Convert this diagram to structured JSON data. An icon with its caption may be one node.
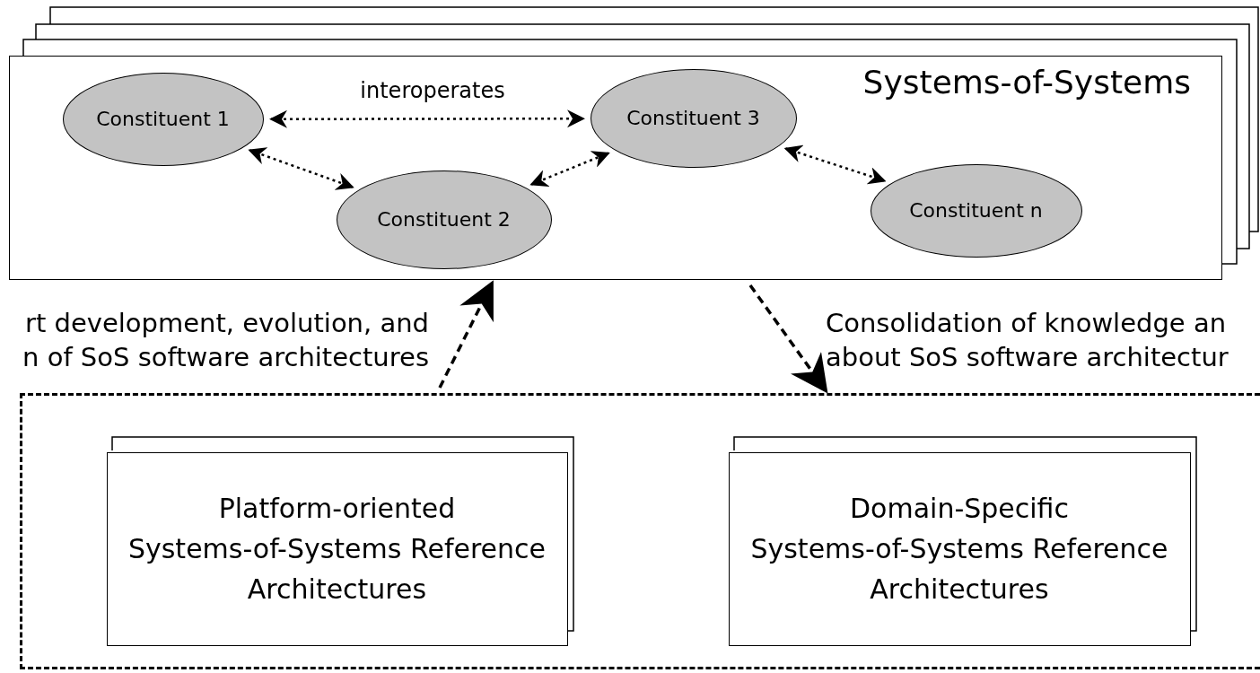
{
  "diagram": {
    "nodes": [
      {
        "text": [
          "Systems-of-Systems"
        ]
      },
      {
        "text": [
          "Constituent 1"
        ],
        "in": 0
      },
      {
        "text": [
          "Constituent 2"
        ],
        "in": 0
      },
      {
        "text": [
          "Constituent 3"
        ],
        "in": 0
      },
      {
        "text": [
          "Constituent n"
        ],
        "in": 0
      },
      {
        "text": [],
        "shape": "box"
      },
      {
        "text": [
          "Platform-oriented Systems-of-Systems Reference Architectures"
        ],
        "in": 5
      },
      {
        "text": [
          "Domain-Specific Systems-of-Systems Reference Architectures"
        ],
        "in": 5
      }
    ],
    "edges": [
      {
        "from": 1,
        "to": 3,
        "arrow": "both",
        "label": "interoperates"
      },
      {
        "from": 1,
        "to": 2,
        "arrow": "both"
      },
      {
        "from": 2,
        "to": 3,
        "arrow": "both"
      },
      {
        "from": 3,
        "to": 4,
        "arrow": "both"
      },
      {
        "from": 5,
        "to": 0,
        "arrow": "to",
        "style": "dashed",
        "label": "rt development, evolution, and n of SoS software architectures"
      },
      {
        "from": 0,
        "to": 5,
        "arrow": "to",
        "style": "dashed",
        "label": "Consolidation of knowledge an about SoS software architectur"
      }
    ]
  }
}
